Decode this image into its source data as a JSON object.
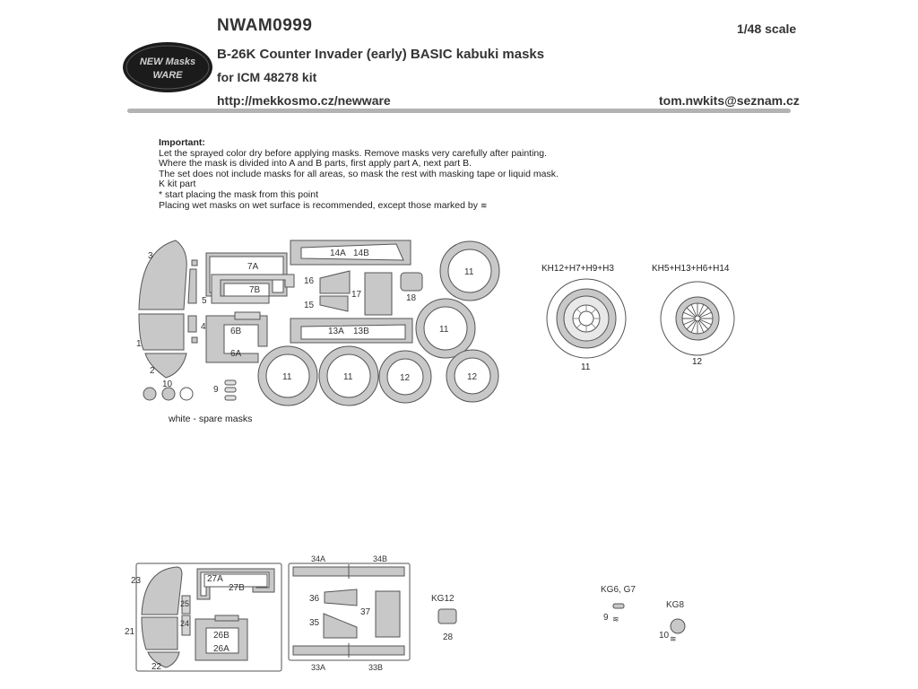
{
  "header": {
    "product_code": "NWAM0999",
    "scale": "1/48 scale",
    "title": "B-26K Counter Invader (early) BASIC kabuki masks",
    "subtitle": "for ICM 48278 kit",
    "url": "http://mekkosmo.cz/newware",
    "email": "tom.nwkits@seznam.cz"
  },
  "logo": {
    "line1": "NEW Masks",
    "line2": "WARE"
  },
  "instructions": {
    "heading": "Important:",
    "lines": [
      "Let the sprayed color dry before applying masks. Remove masks very carefully after painting.",
      "Where the mask is divided into A and B parts, first apply part A, next part B.",
      "The set does not include masks for all areas, so mask the rest with masking tape or liquid mask.",
      "K kit part",
      "*  start placing the mask from this point",
      "Placing wet masks on wet surface is recommended, except those marked by"
    ]
  },
  "spare_note": "white - spare masks",
  "sheet1": {
    "labels": [
      "3",
      "5",
      "4",
      "1",
      "2",
      "10",
      "9",
      "7A",
      "7B",
      "6B",
      "6A",
      "14A",
      "14B",
      "16",
      "17",
      "18",
      "15",
      "13A",
      "13B",
      "11",
      "11",
      "11",
      "11",
      "12",
      "12"
    ]
  },
  "wheels": {
    "left": {
      "caption": "KH12+H7+H9+H3",
      "number": "11"
    },
    "right": {
      "caption": "KH5+H13+H6+H14",
      "number": "12"
    }
  },
  "sheet2": {
    "labels": [
      "23",
      "21",
      "22",
      "25",
      "24",
      "27A",
      "27B",
      "26B",
      "26A",
      "34A",
      "34B",
      "36",
      "37",
      "35",
      "33A",
      "33B",
      "28"
    ],
    "kit_parts": {
      "g12": "KG12",
      "g6g7": "KG6, G7",
      "g8": "KG8",
      "n9": "9",
      "n10": "10"
    }
  }
}
